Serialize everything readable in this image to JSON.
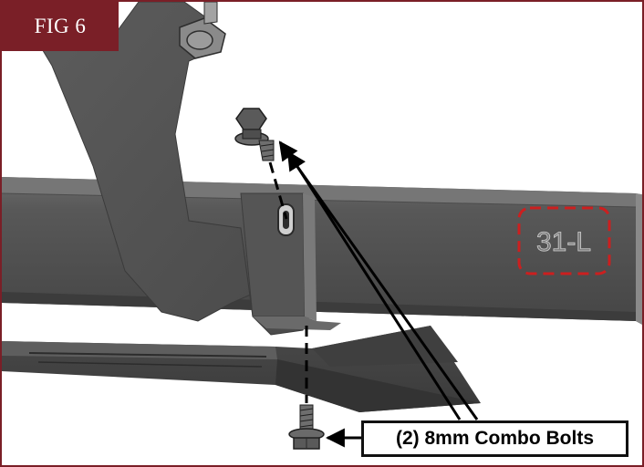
{
  "figure": {
    "label": "FIG 6",
    "accent_color": "#7a1f27"
  },
  "part_marking": {
    "text": "31-L",
    "highlight_color": "#cc1f1f"
  },
  "callout": {
    "text": "(2) 8mm Combo Bolts"
  },
  "icons": [
    "combo-bolt-icon",
    "arrow-icon"
  ]
}
